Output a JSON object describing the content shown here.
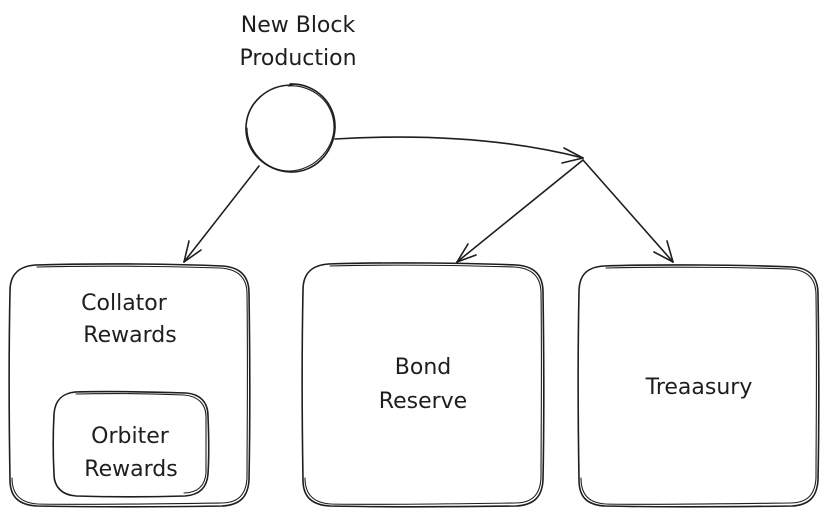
{
  "nodes": {
    "source": {
      "line1": "New Block",
      "line2": "Production"
    },
    "collator": {
      "line1": "Collator",
      "line2": "Rewards"
    },
    "orbiter": {
      "line1": "Orbiter",
      "line2": "Rewards"
    },
    "bond": {
      "line1": "Bond",
      "line2": "Reserve"
    },
    "treasury": {
      "line1": "Treaasury"
    }
  },
  "colors": {
    "stroke": "#1e1e1e",
    "background": "#ffffff"
  }
}
